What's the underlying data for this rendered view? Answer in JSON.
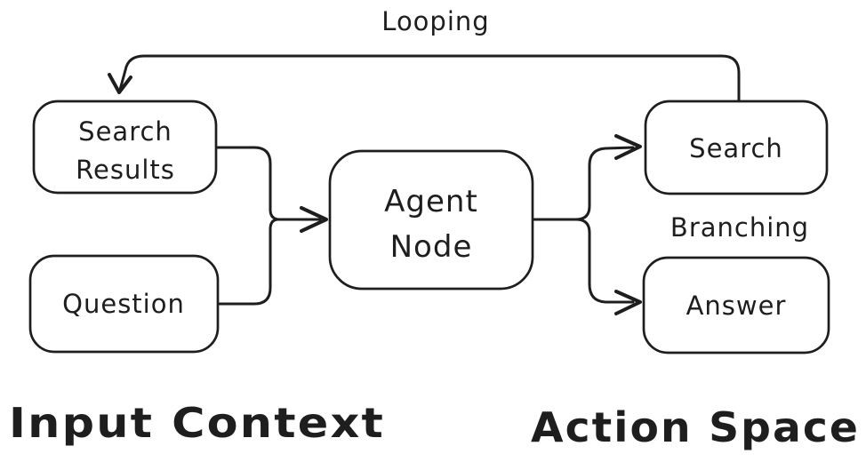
{
  "canvas": {
    "background_color": "#ffffff",
    "stroke_color": "#1e1e1e",
    "style": "hand-drawn sketch diagram"
  },
  "nodes": {
    "search_results": {
      "line1": "Search",
      "line2": "Results"
    },
    "question": {
      "label": "Question"
    },
    "agent_node": {
      "line1": "Agent",
      "line2": "Node"
    },
    "search": {
      "label": "Search"
    },
    "answer": {
      "label": "Answer"
    }
  },
  "annotations": {
    "looping": "Looping",
    "branching": "Branching",
    "input_context": "Input Context",
    "action_space": "Action Space"
  },
  "edges": {
    "looping_edge": "Search -> Search Results (feedback loop)",
    "merge_edge": "Search Results + Question -> Agent Node",
    "branch_search_edge": "Agent Node -> Search",
    "branch_answer_edge": "Agent Node -> Answer"
  }
}
